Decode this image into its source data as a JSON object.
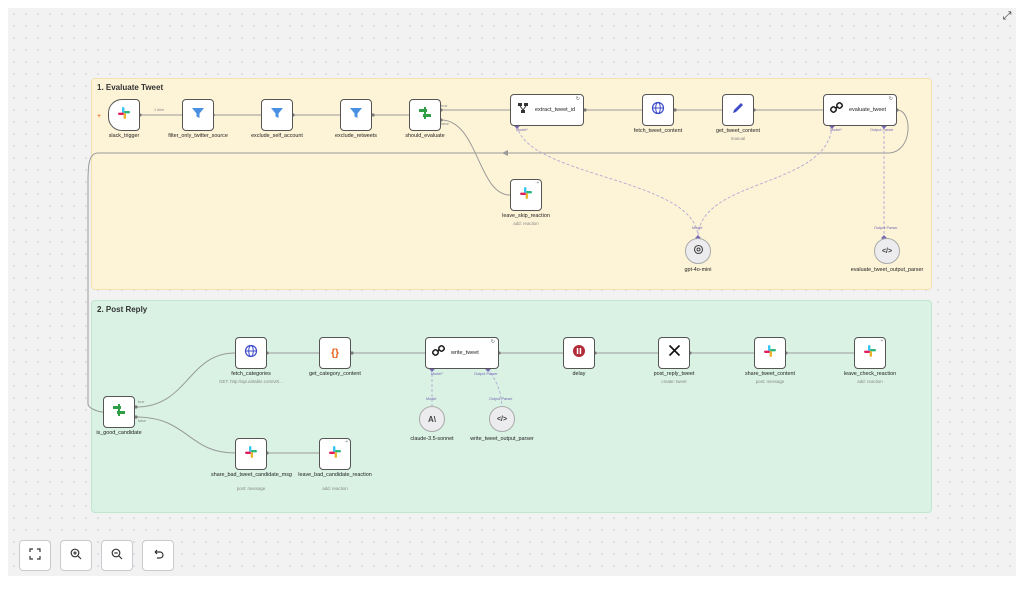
{
  "groups": [
    {
      "title": "1. Evaluate Tweet"
    },
    {
      "title": "2. Post Reply"
    }
  ],
  "nodes": {
    "slack_trigger": {
      "label": "slack_trigger"
    },
    "filter_only_twitter_source": {
      "label": "filter_only_twitter_source"
    },
    "exclude_self_account": {
      "label": "exclude_self_account"
    },
    "exclude_retweets": {
      "label": "exclude_retweets"
    },
    "should_evaluate": {
      "label": "should_evaluate"
    },
    "extract_tweet_id": {
      "label": "extract_tweet_id"
    },
    "fetch_tweet_content": {
      "label": "fetch_tweet_content"
    },
    "get_tweet_content": {
      "label": "get_tweet_content",
      "sub": "manual"
    },
    "evaluate_tweet": {
      "label": "evaluate_tweet"
    },
    "leave_skip_reaction": {
      "label": "leave_skip_reaction",
      "sub": "add: reaction"
    },
    "gpt_4o_mini": {
      "label": "gpt-4o-mini"
    },
    "evaluate_tweet_output_parser": {
      "label": "evaluate_tweet_output_parser"
    },
    "is_good_candidate": {
      "label": "is_good_candidate"
    },
    "fetch_categories": {
      "label": "fetch_categories",
      "sub": "GET: http://api.airtable.com/v0/..."
    },
    "get_category_content": {
      "label": "get_category_content"
    },
    "write_tweet": {
      "label": "write_tweet"
    },
    "delay": {
      "label": "delay"
    },
    "post_reply_tweet": {
      "label": "post_reply_tweet",
      "sub": "create: tweet"
    },
    "share_tweet_content": {
      "label": "share_tweet_content",
      "sub": "post: message"
    },
    "leave_check_reaction": {
      "label": "leave_check_reaction",
      "sub": "add: reaction"
    },
    "claude_3_5_sonnet": {
      "label": "claude-3.5-sonnet"
    },
    "write_tweet_output_parser": {
      "label": "write_tweet_output_parser"
    },
    "share_bad_tweet_candidate_msg": {
      "label": "share_bad_tweet_candidate_msg",
      "sub": "post: message"
    },
    "leave_bad_candidate_reaction": {
      "label": "leave_bad_candidate_reaction",
      "sub": "add: reaction"
    }
  },
  "ports": {
    "model": "Model*",
    "output_parser": "Output Parser",
    "model_small": "Model",
    "true": "true",
    "false": "false",
    "items": "1 item"
  },
  "icons": {
    "slack": "slack-icon",
    "filter": "filter-icon",
    "switch": "switch-icon",
    "globe": "globe-icon",
    "pencil": "pencil-icon",
    "link": "link-icon",
    "openai": "openai-icon",
    "code": "code-icon",
    "x": "x-logo-icon",
    "pause": "pause-icon",
    "anthropic": "anthropic-icon",
    "braces": "braces-icon"
  },
  "colors": {
    "group1": "#fdf3d6",
    "group2": "#d9f2e4",
    "filter": "#4a90e2",
    "switch": "#2f9e44",
    "pause": "#b02a37",
    "pencil": "#3b4bc8",
    "ai_link": "#7566b5"
  }
}
